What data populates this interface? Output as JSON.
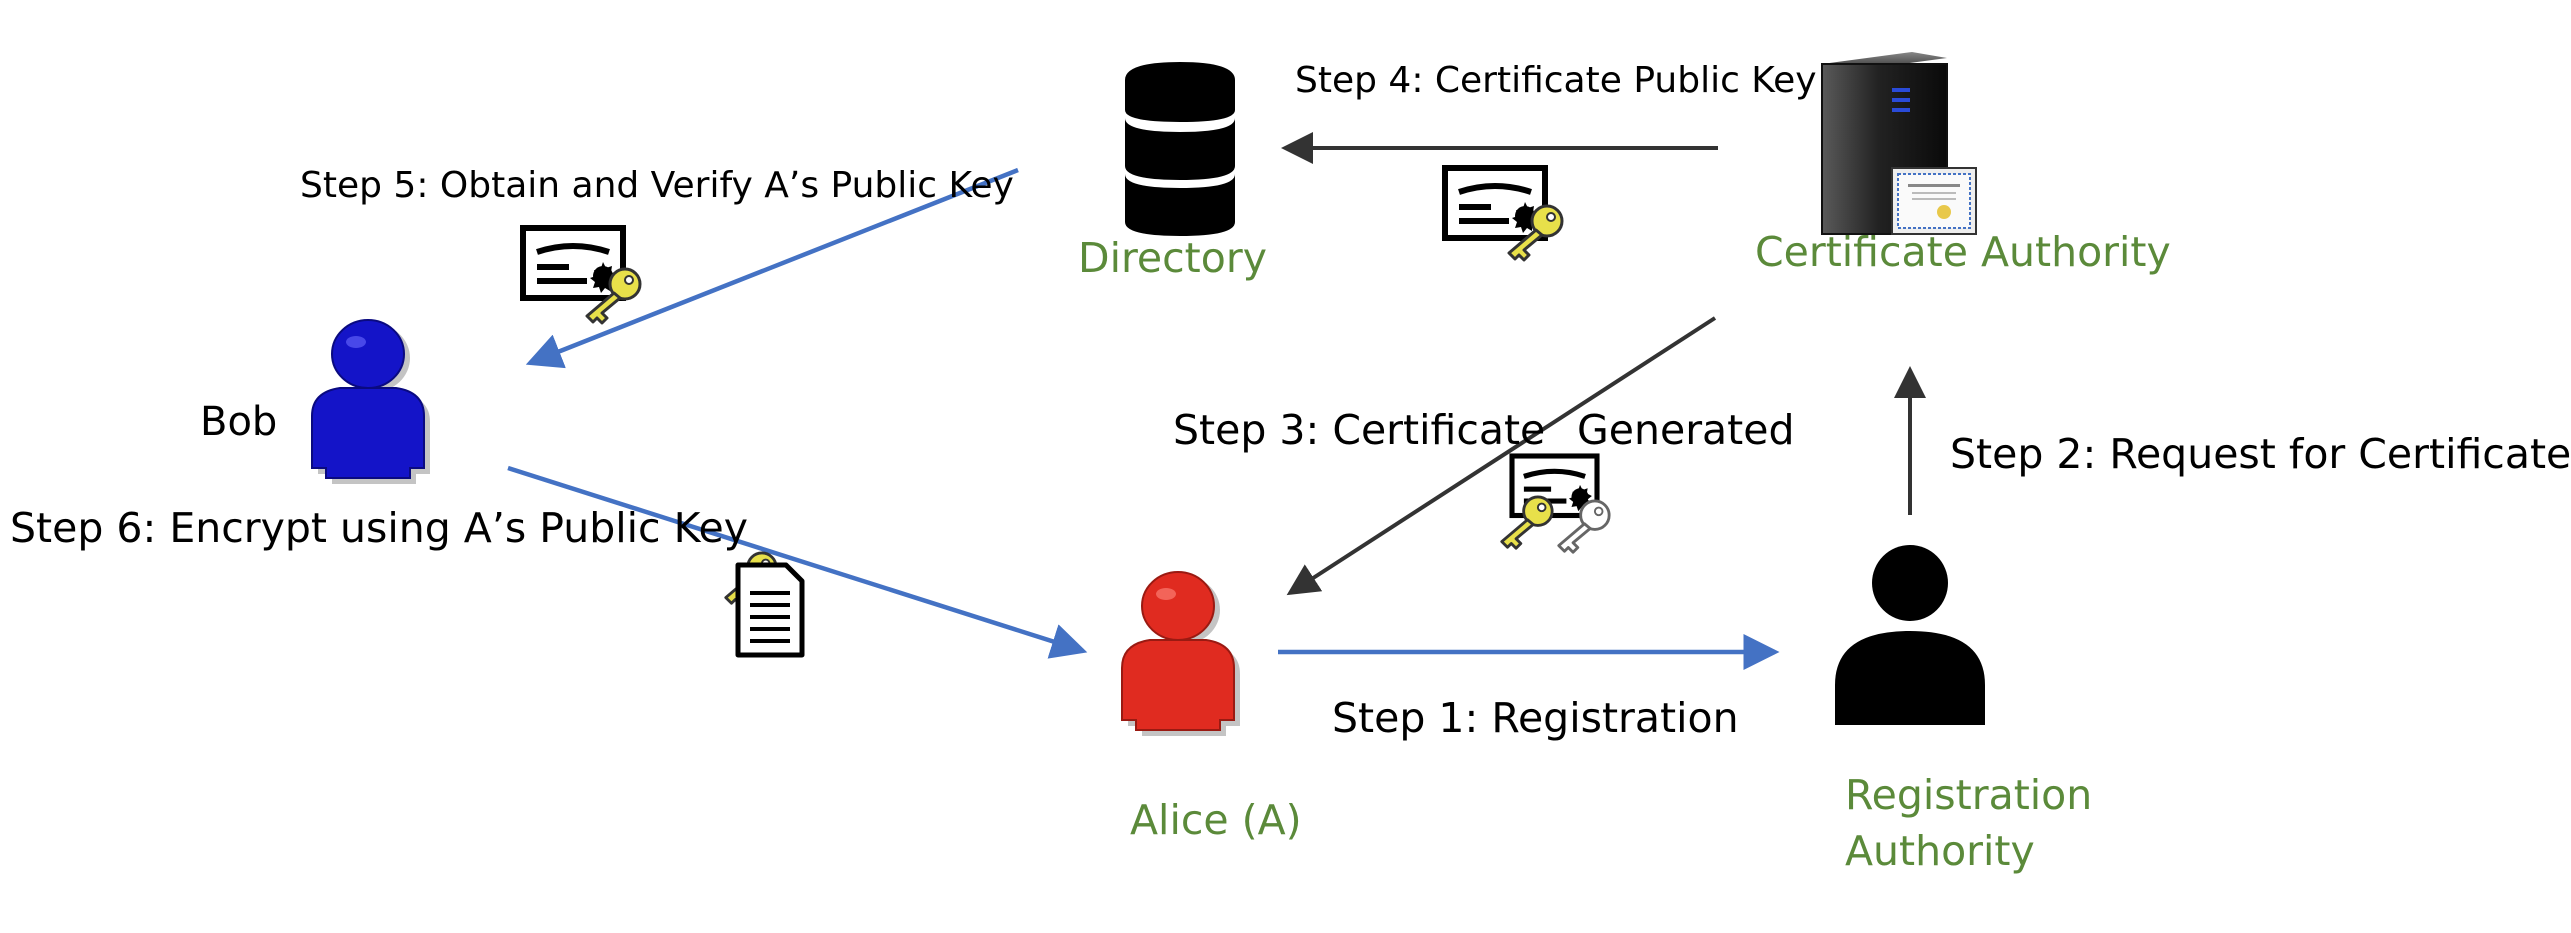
{
  "nodes": {
    "directory": "Directory",
    "ca": "Certificate Authority",
    "bob": "Bob",
    "alice": "Alice (A)",
    "ra_line1": "Registration",
    "ra_line2": "Authority"
  },
  "steps": {
    "step1": "Step 1: Registration",
    "step2": "Step 2: Request for Certificate",
    "step3a": "Step 3: Certificate",
    "step3b": "Generated",
    "step4": "Step 4: Certificate Public Key",
    "step5": "Step 5: Obtain and Verify A’s Public Key",
    "step6": "Step 6: Encrypt using A’s Public Key"
  },
  "colors": {
    "label_green": "#5b8a3a",
    "arrow_blue": "#4472c4",
    "arrow_dark": "#333333",
    "bob": "#1414c8",
    "alice": "#e02b20",
    "key_yellow": "#e8e04a"
  },
  "icons": [
    "database-icon",
    "server-icon",
    "certificate-icon",
    "key-icon",
    "document-icon",
    "person-icon"
  ]
}
